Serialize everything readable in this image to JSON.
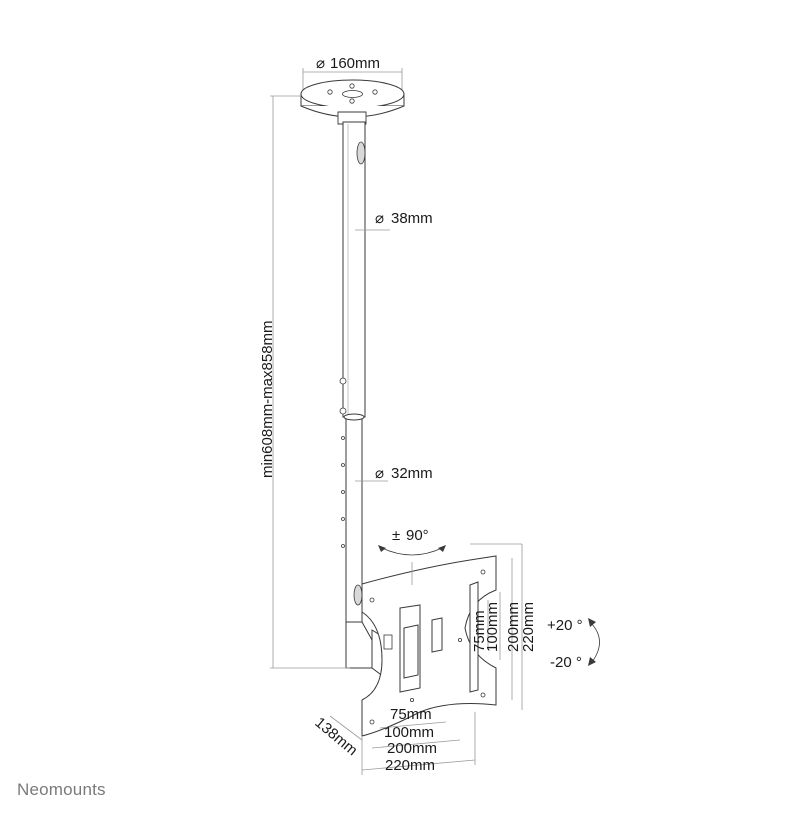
{
  "dimensions": {
    "plate_diameter": "160mm",
    "upper_tube_diameter": "38mm",
    "lower_tube_diameter": "32mm",
    "height_range": "min608mm-max858mm",
    "swivel": "90°",
    "tilt_up": "+20 °",
    "tilt_down": "-20 °",
    "vesa_vertical": [
      "75mm",
      "100mm",
      "200mm",
      "220mm"
    ],
    "vesa_horizontal": [
      "75mm",
      "100mm",
      "200mm",
      "220mm"
    ],
    "depth": "138mm"
  },
  "symbols": {
    "diameter": "⌀",
    "plus_minus": "±"
  },
  "brand": {
    "logo_text": "Neomounts"
  },
  "colors": {
    "line": "#3a3a3a",
    "dimension_line": "#9a9a9a",
    "brand_gray": "#7a7a7a"
  }
}
